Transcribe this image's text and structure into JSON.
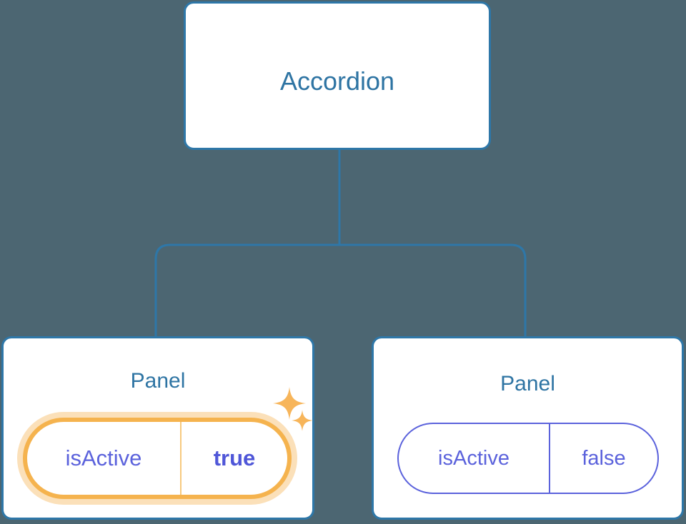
{
  "diagram": {
    "background_color": "#4C6672",
    "connector_color": "#2E77A8",
    "root": {
      "label": "Accordion"
    },
    "children": [
      {
        "label": "Panel",
        "prop": {
          "key": "isActive",
          "value": "true"
        },
        "highlighted": true,
        "highlight_color": "#F5B34E",
        "highlight_glow_color": "#FBE0B9",
        "sparkle_large": "sparkle-icon",
        "sparkle_small": "sparkle-icon"
      },
      {
        "label": "Panel",
        "prop": {
          "key": "isActive",
          "value": "false"
        },
        "highlighted": false,
        "prop_color": "#5B62DC"
      }
    ],
    "card_border_color": "#2E77A8",
    "title_color": "#2E74A3"
  }
}
